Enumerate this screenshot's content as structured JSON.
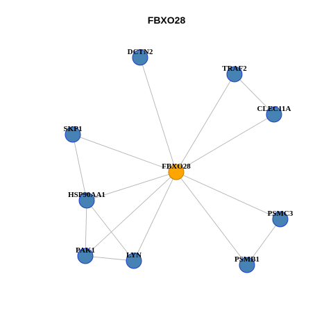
{
  "title": "FBXO28",
  "colors": {
    "center_fill": "#FFA500",
    "node_fill": "#4682B4",
    "node_stroke": "#1c3ccf",
    "edge": "#b3b3b3"
  },
  "nodes": [
    {
      "id": "FBXO28",
      "label": "FBXO28",
      "role": "center"
    },
    {
      "id": "DCTN2",
      "label": "DCTN2",
      "role": "neighbor"
    },
    {
      "id": "TRAF2",
      "label": "TRAF2",
      "role": "neighbor"
    },
    {
      "id": "CLEC11A",
      "label": "CLEC11A",
      "role": "neighbor"
    },
    {
      "id": "SKP1",
      "label": "SKP1",
      "role": "neighbor"
    },
    {
      "id": "HSP90AA1",
      "label": "HSP90AA1",
      "role": "neighbor"
    },
    {
      "id": "PAK1",
      "label": "PAK1",
      "role": "neighbor"
    },
    {
      "id": "LYN",
      "label": "LYN",
      "role": "neighbor"
    },
    {
      "id": "PSMC3",
      "label": "PSMC3",
      "role": "neighbor"
    },
    {
      "id": "PSMB1",
      "label": "PSMB1",
      "role": "neighbor"
    }
  ],
  "edges": [
    [
      "FBXO28",
      "DCTN2"
    ],
    [
      "FBXO28",
      "TRAF2"
    ],
    [
      "FBXO28",
      "CLEC11A"
    ],
    [
      "FBXO28",
      "SKP1"
    ],
    [
      "FBXO28",
      "HSP90AA1"
    ],
    [
      "FBXO28",
      "PAK1"
    ],
    [
      "FBXO28",
      "LYN"
    ],
    [
      "FBXO28",
      "PSMC3"
    ],
    [
      "FBXO28",
      "PSMB1"
    ],
    [
      "TRAF2",
      "CLEC11A"
    ],
    [
      "SKP1",
      "HSP90AA1"
    ],
    [
      "HSP90AA1",
      "PAK1"
    ],
    [
      "HSP90AA1",
      "LYN"
    ],
    [
      "PAK1",
      "LYN"
    ],
    [
      "PSMC3",
      "PSMB1"
    ]
  ]
}
